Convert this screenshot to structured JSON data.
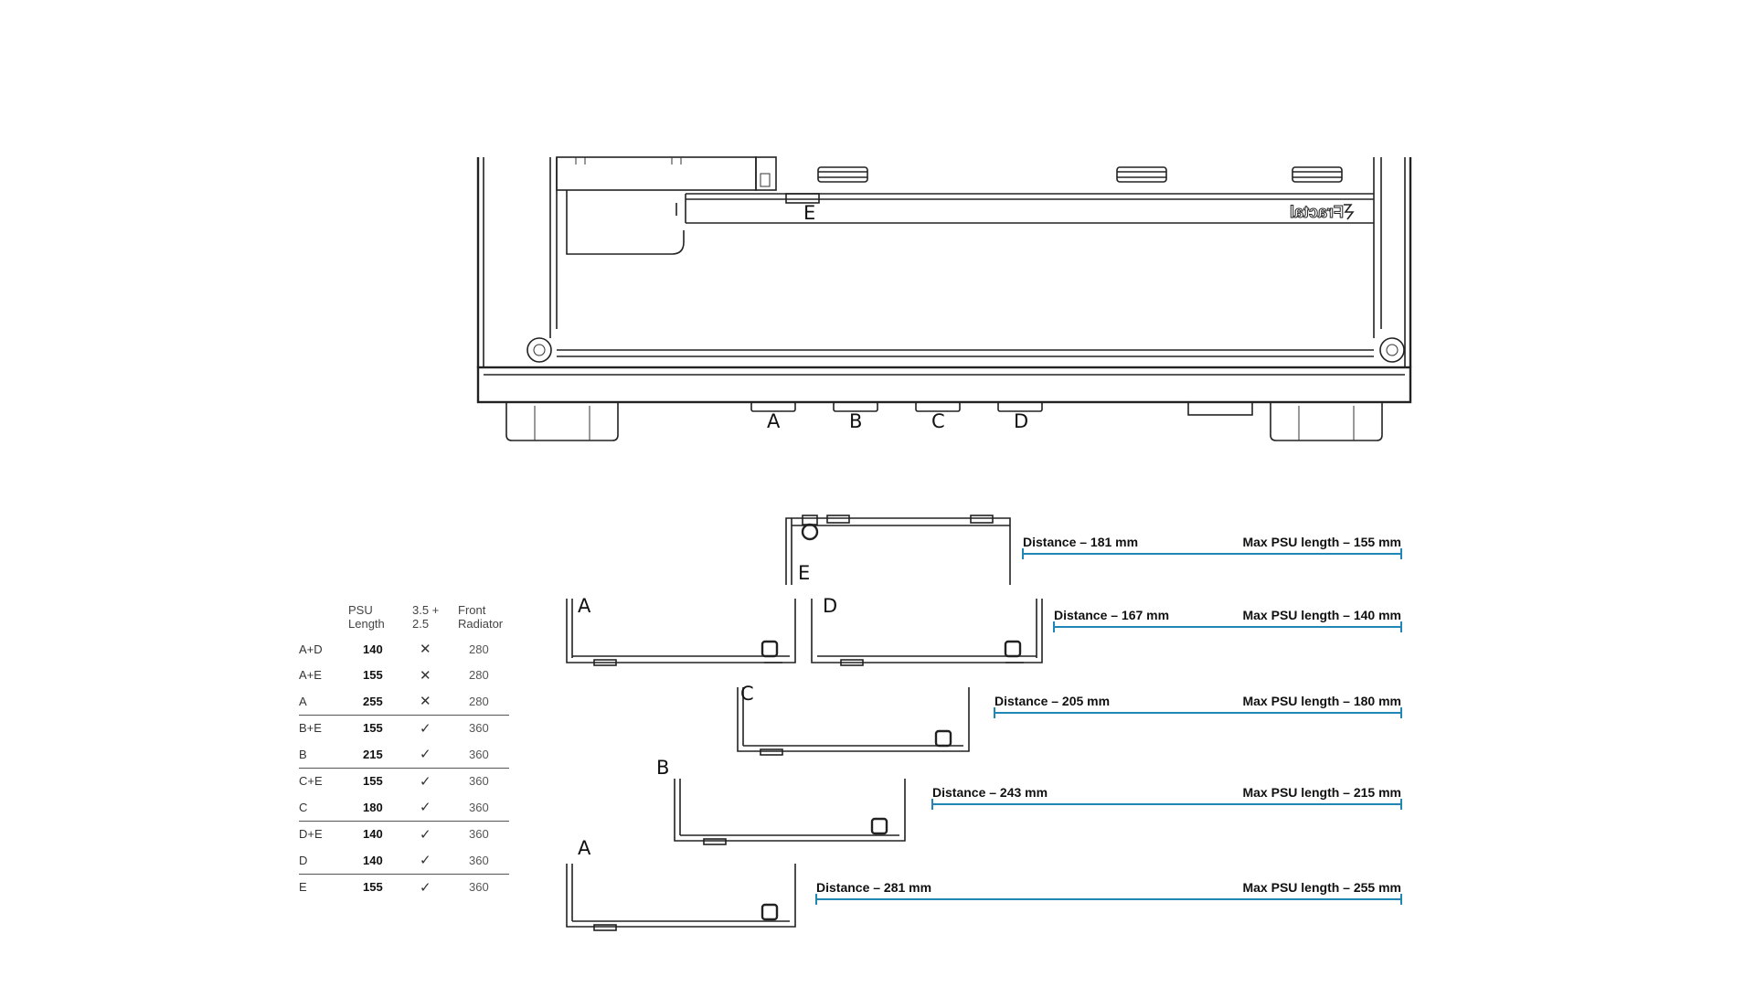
{
  "case_view": {
    "brand_mark": "Fractal",
    "positions": [
      "A",
      "B",
      "C",
      "D"
    ],
    "position_e": "E"
  },
  "brackets": [
    {
      "labels": [
        "E"
      ],
      "distance": "Distance – 181 mm",
      "max_psu": "Max PSU length – 155 mm"
    },
    {
      "labels": [
        "A",
        "D"
      ],
      "distance": "Distance – 167 mm",
      "max_psu": "Max PSU length – 140 mm"
    },
    {
      "labels": [
        "C"
      ],
      "distance": "Distance – 205 mm",
      "max_psu": "Max PSU length – 180 mm"
    },
    {
      "labels": [
        "B"
      ],
      "distance": "Distance – 243 mm",
      "max_psu": "Max PSU length – 215 mm"
    },
    {
      "labels": [
        "A"
      ],
      "distance": "Distance – 281 mm",
      "max_psu": "Max PSU length – 255 mm"
    }
  ],
  "table": {
    "headers": [
      "",
      "PSU\nLength",
      "3.5 +\n2.5",
      "Front\nRadiator"
    ],
    "rows": [
      {
        "pos": "A+D",
        "psu": "140",
        "drives": "✕",
        "rad": "280",
        "sep": false
      },
      {
        "pos": "A+E",
        "psu": "155",
        "drives": "✕",
        "rad": "280",
        "sep": false
      },
      {
        "pos": "A",
        "psu": "255",
        "drives": "✕",
        "rad": "280",
        "sep": false
      },
      {
        "pos": "B+E",
        "psu": "155",
        "drives": "✓",
        "rad": "360",
        "sep": true
      },
      {
        "pos": "B",
        "psu": "215",
        "drives": "✓",
        "rad": "360",
        "sep": false
      },
      {
        "pos": "C+E",
        "psu": "155",
        "drives": "✓",
        "rad": "360",
        "sep": true
      },
      {
        "pos": "C",
        "psu": "180",
        "drives": "✓",
        "rad": "360",
        "sep": false
      },
      {
        "pos": "D+E",
        "psu": "140",
        "drives": "✓",
        "rad": "360",
        "sep": true
      },
      {
        "pos": "D",
        "psu": "140",
        "drives": "✓",
        "rad": "360",
        "sep": false
      },
      {
        "pos": "E",
        "psu": "155",
        "drives": "✓",
        "rad": "360",
        "sep": true
      }
    ]
  },
  "colors": {
    "dimension_line": "#1f86b5",
    "line_art": "#222222"
  }
}
